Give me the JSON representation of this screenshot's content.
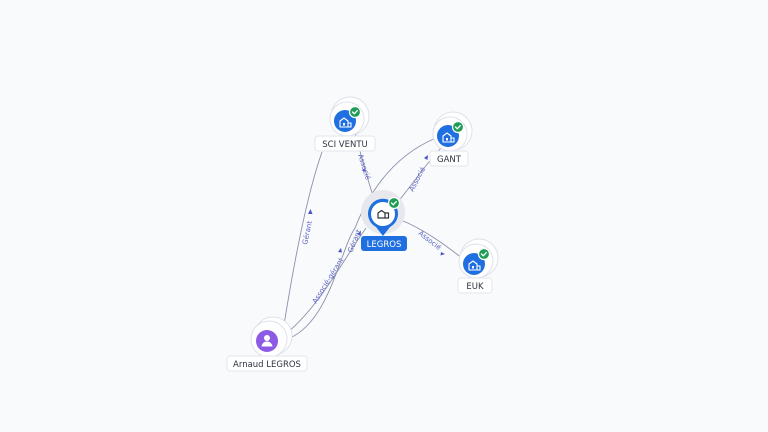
{
  "graph": {
    "center": {
      "label": "LEGROS"
    },
    "companies": [
      {
        "key": "sci",
        "label": "SCI VENTU"
      },
      {
        "key": "gant",
        "label": "GANT"
      },
      {
        "key": "euk",
        "label": "EUK"
      }
    ],
    "person": {
      "label": "Arnaud LEGROS"
    },
    "edges": [
      {
        "key": "sci-center",
        "label": "Associé"
      },
      {
        "key": "center-gant",
        "label": "Associé"
      },
      {
        "key": "center-euk",
        "label": "Associé"
      },
      {
        "key": "person-sci",
        "label": "Gérant"
      },
      {
        "key": "person-center",
        "label": "Associé-gérant"
      },
      {
        "key": "person-gant",
        "label": "Gérant"
      }
    ]
  },
  "colors": {
    "company": "#1f6fe0",
    "person": "#8d5ae6",
    "verified": "#1f9d55",
    "edge": "#8a90a8",
    "edge_label": "#5b63c4"
  },
  "icons": {
    "company": "building-icon",
    "person": "person-icon",
    "verified": "check-badge-icon",
    "center": "map-pin-icon"
  }
}
